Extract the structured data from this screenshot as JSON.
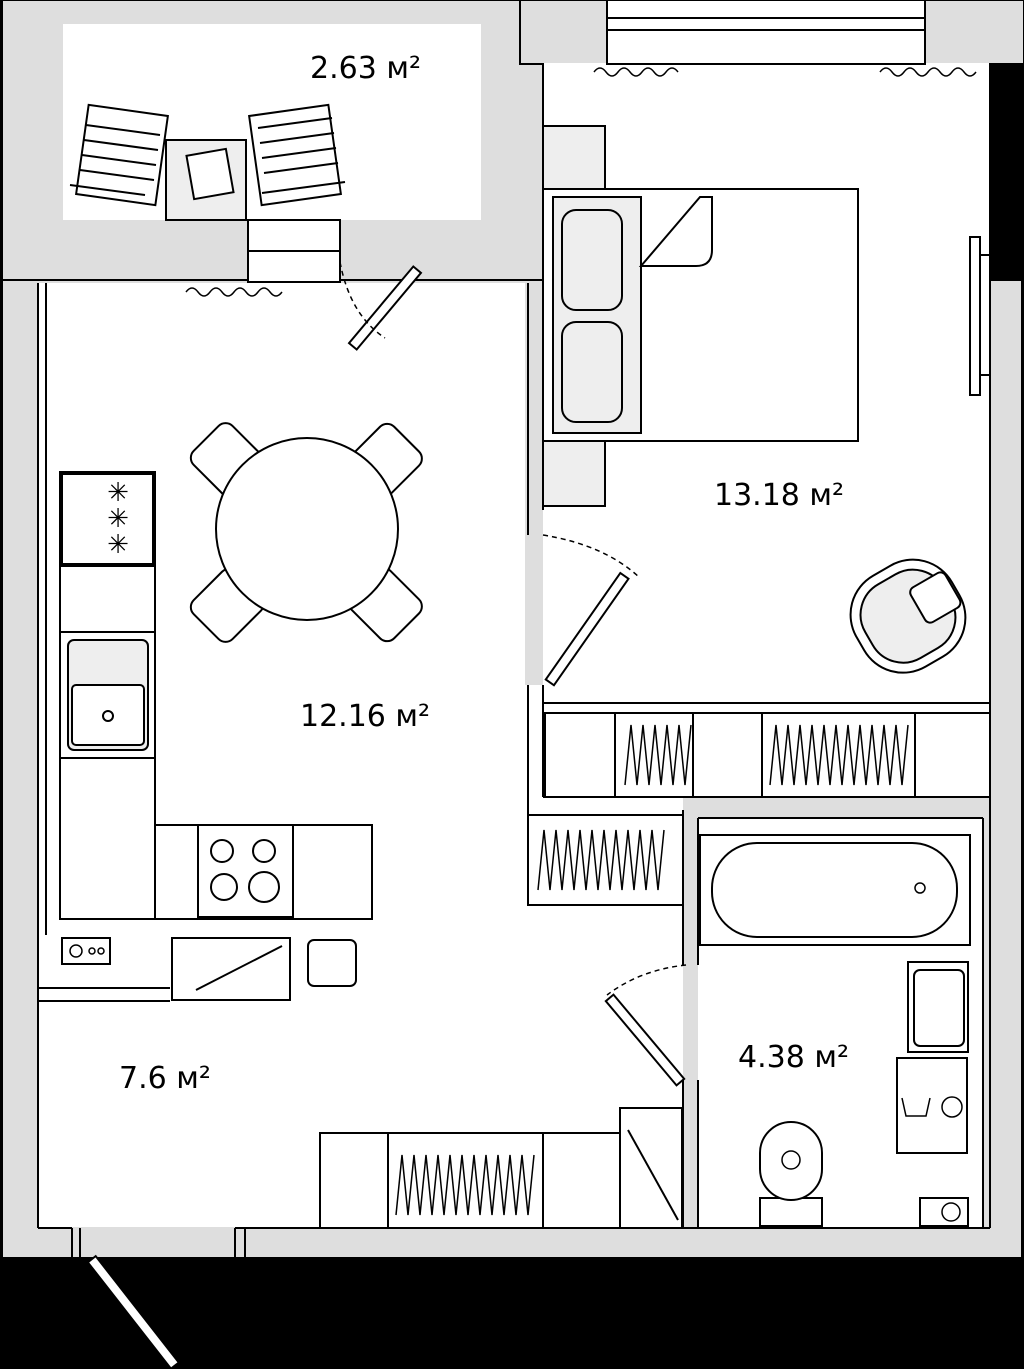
{
  "rooms": {
    "balcony": {
      "area": "2.63 м²"
    },
    "bedroom": {
      "area": "13.18 м²"
    },
    "kitchen": {
      "area": "12.16 м²"
    },
    "hall": {
      "area": "7.6 м²"
    },
    "bathroom": {
      "area": "4.38 м²"
    }
  },
  "colors": {
    "wall": "#dedede",
    "floor": "#ffffff",
    "outline": "#000000",
    "background": "#000000"
  }
}
